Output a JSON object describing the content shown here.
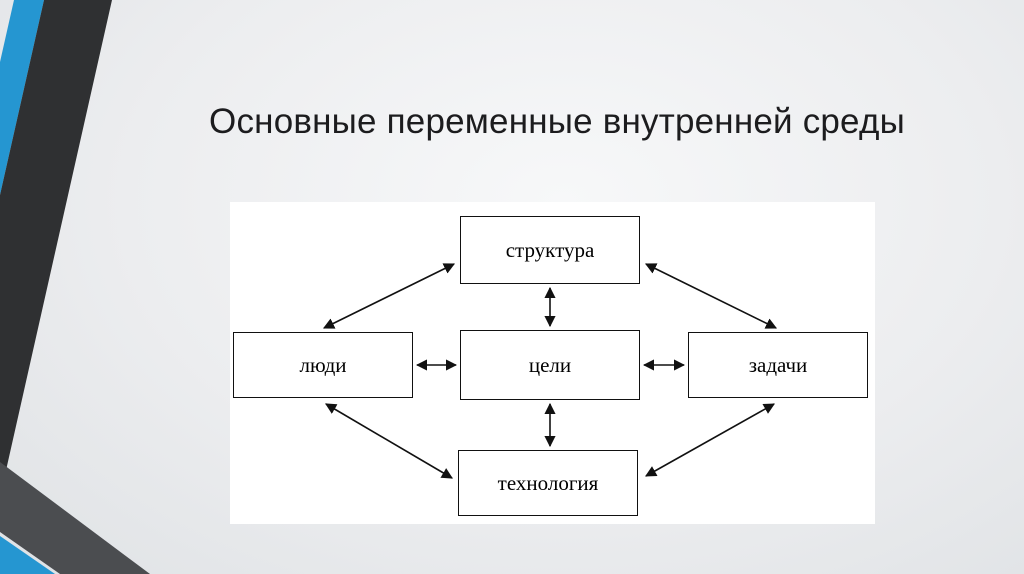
{
  "slide": {
    "title": "Основные переменные внутренней среды"
  },
  "colors": {
    "accent_blue": "#2596d1",
    "stripe_dark": "#2f3032",
    "stripe_gray": "#4b4d50",
    "background": "#ecedef",
    "panel": "#ffffff",
    "diagram_line": "#111111"
  },
  "diagram": {
    "nodes": [
      {
        "id": "structure",
        "label": "структура"
      },
      {
        "id": "people",
        "label": "люди"
      },
      {
        "id": "goals",
        "label": "цели"
      },
      {
        "id": "tasks",
        "label": "задачи"
      },
      {
        "id": "technology",
        "label": "технология"
      }
    ],
    "edges": [
      {
        "from": "структура",
        "to": "цели",
        "type": "bidirectional"
      },
      {
        "from": "цели",
        "to": "технология",
        "type": "bidirectional"
      },
      {
        "from": "люди",
        "to": "цели",
        "type": "bidirectional"
      },
      {
        "from": "цели",
        "to": "задачи",
        "type": "bidirectional"
      },
      {
        "from": "структура",
        "to": "люди",
        "type": "bidirectional"
      },
      {
        "from": "структура",
        "to": "задачи",
        "type": "bidirectional"
      },
      {
        "from": "люди",
        "to": "технология",
        "type": "bidirectional"
      },
      {
        "from": "задачи",
        "to": "технология",
        "type": "bidirectional"
      }
    ]
  }
}
